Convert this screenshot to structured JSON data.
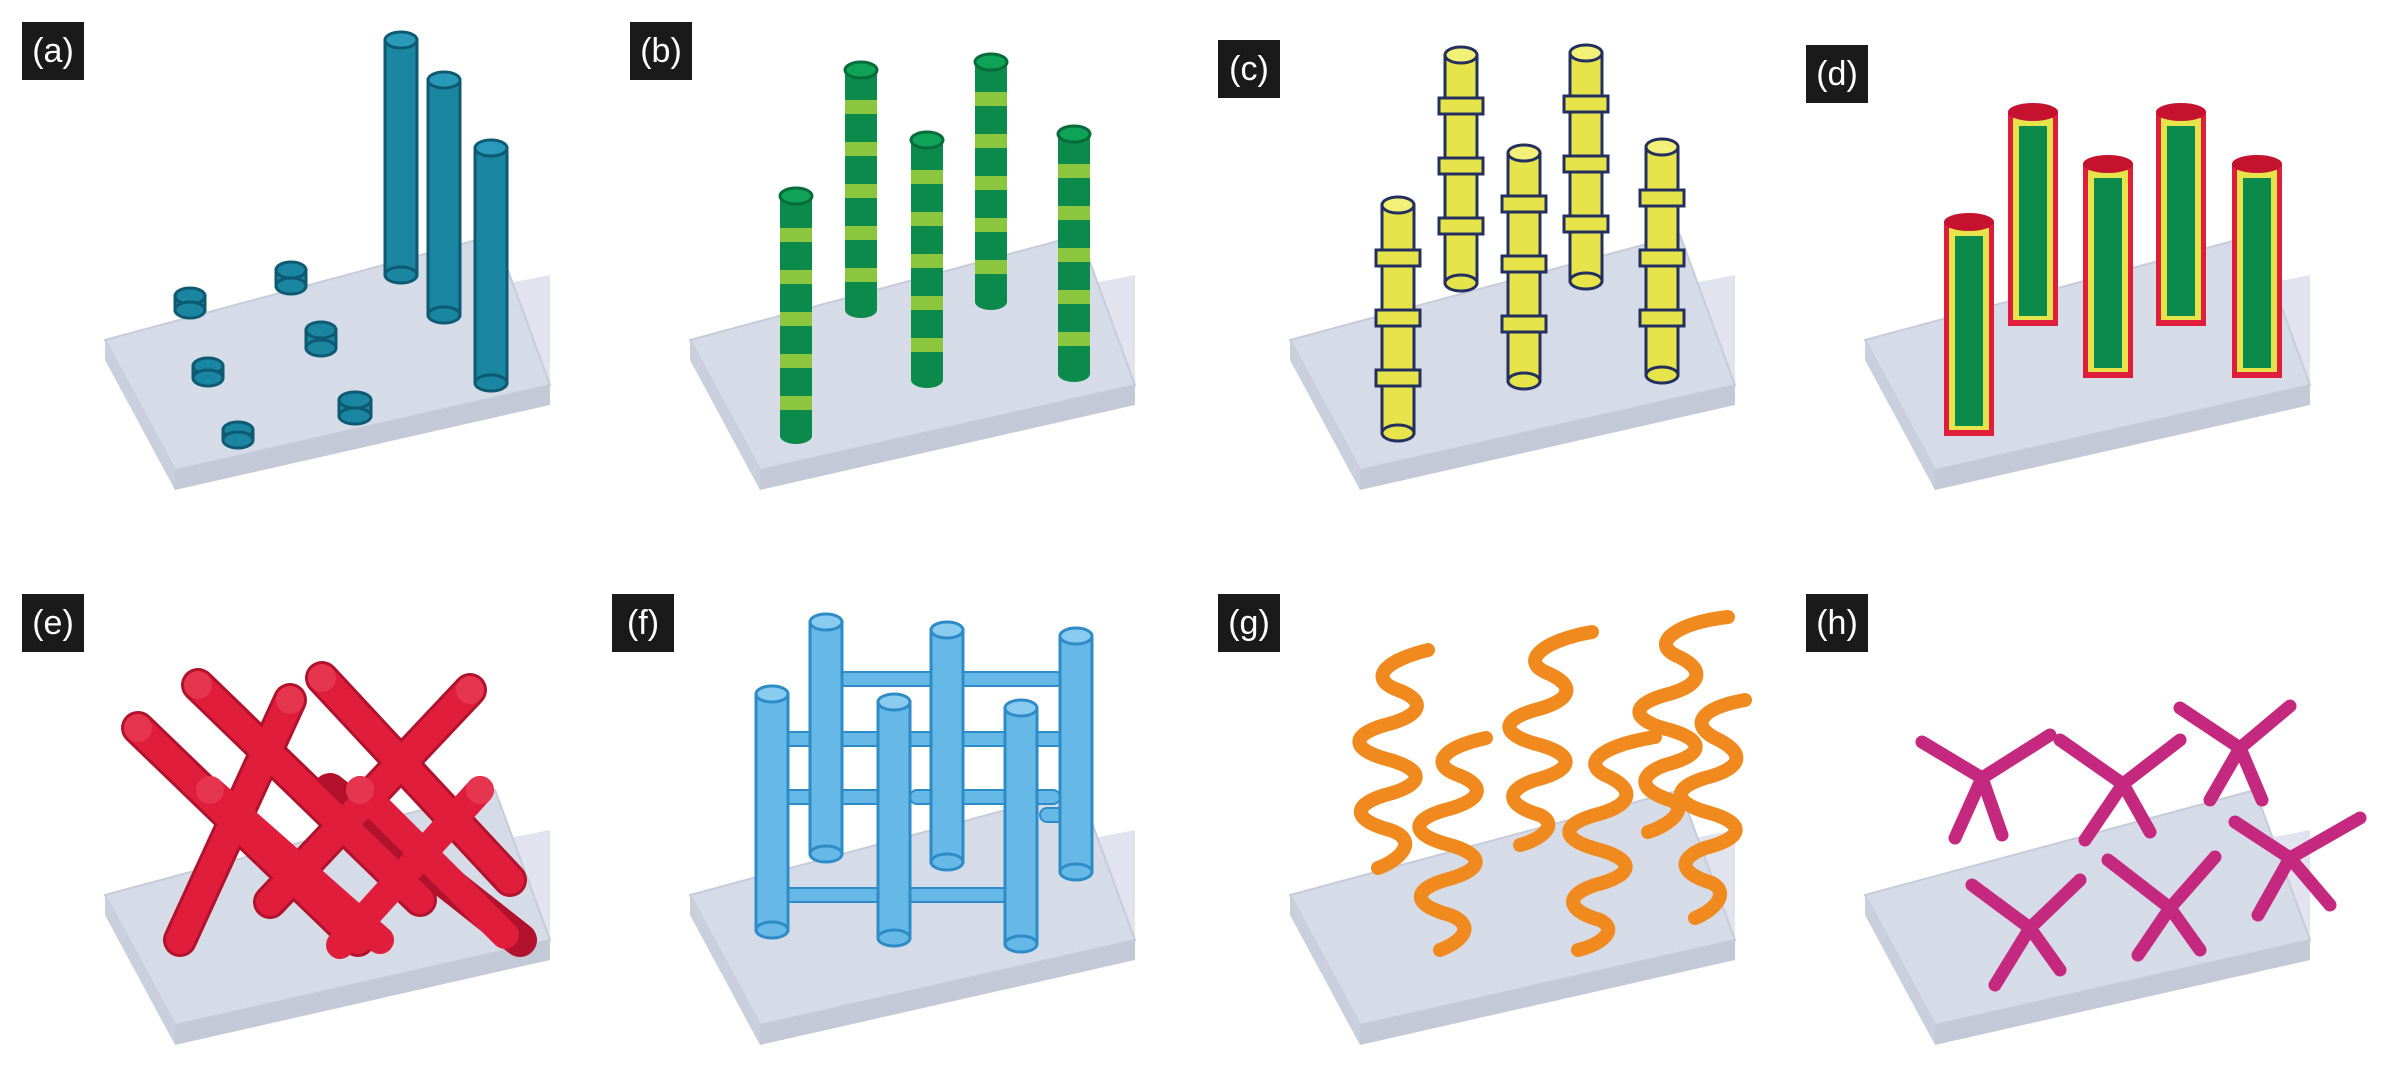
{
  "figure": {
    "panels": [
      {
        "id": "a",
        "label": "(a)"
      },
      {
        "id": "b",
        "label": "(b)"
      },
      {
        "id": "c",
        "label": "(c)"
      },
      {
        "id": "d",
        "label": "(d)"
      },
      {
        "id": "e",
        "label": "(e)"
      },
      {
        "id": "f",
        "label": "(f)"
      },
      {
        "id": "g",
        "label": "(g)"
      },
      {
        "id": "h",
        "label": "(h)"
      }
    ]
  },
  "colors": {
    "substrate_top": "#d6dbe8",
    "substrate_side": "#c6cbd9",
    "teal": "#1a86a2",
    "teal_dark": "#0d5a72",
    "green": "#0b8a4c",
    "green_light": "#8cc63f",
    "yellow": "#e6e44a",
    "navy": "#23305f",
    "red": "#e01e3c",
    "red_dark": "#b2122b",
    "sky": "#66b8e6",
    "sky_dark": "#2d8cc8",
    "orange": "#f0891e",
    "magenta": "#c4287f"
  }
}
